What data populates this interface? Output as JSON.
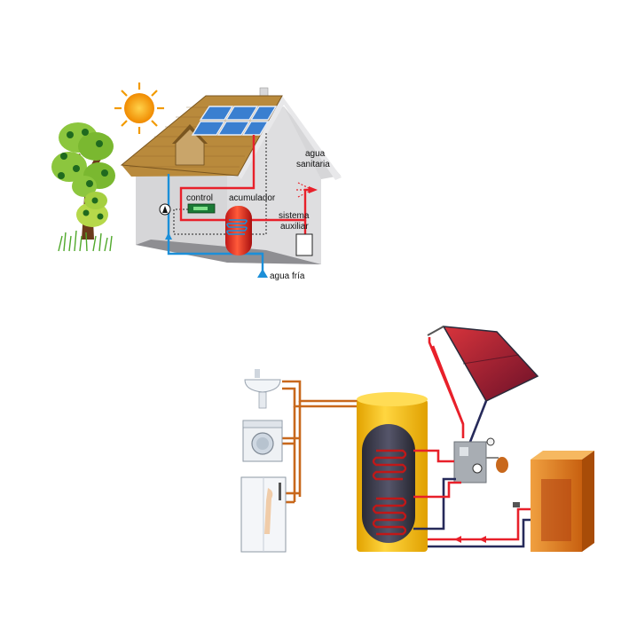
{
  "labels": {
    "control": "control",
    "accumulator": "acumulador",
    "sanitary_water_1": "agua",
    "sanitary_water_2": "sanitaria",
    "aux_system_1": "sistema",
    "aux_system_2": "auxiliar",
    "cold_water": "agua fría"
  },
  "colors": {
    "hot_pipe": "#e8202a",
    "cold_pipe": "#1c8fd8",
    "roof": "#b98a3c",
    "tank_orange": "#f2b000",
    "tank_inner": "#3a3a48",
    "panel_red": "#b0202e",
    "copper_pipe": "#c8681c",
    "navy_pipe": "#262a5a",
    "boiler": "#d87818"
  }
}
